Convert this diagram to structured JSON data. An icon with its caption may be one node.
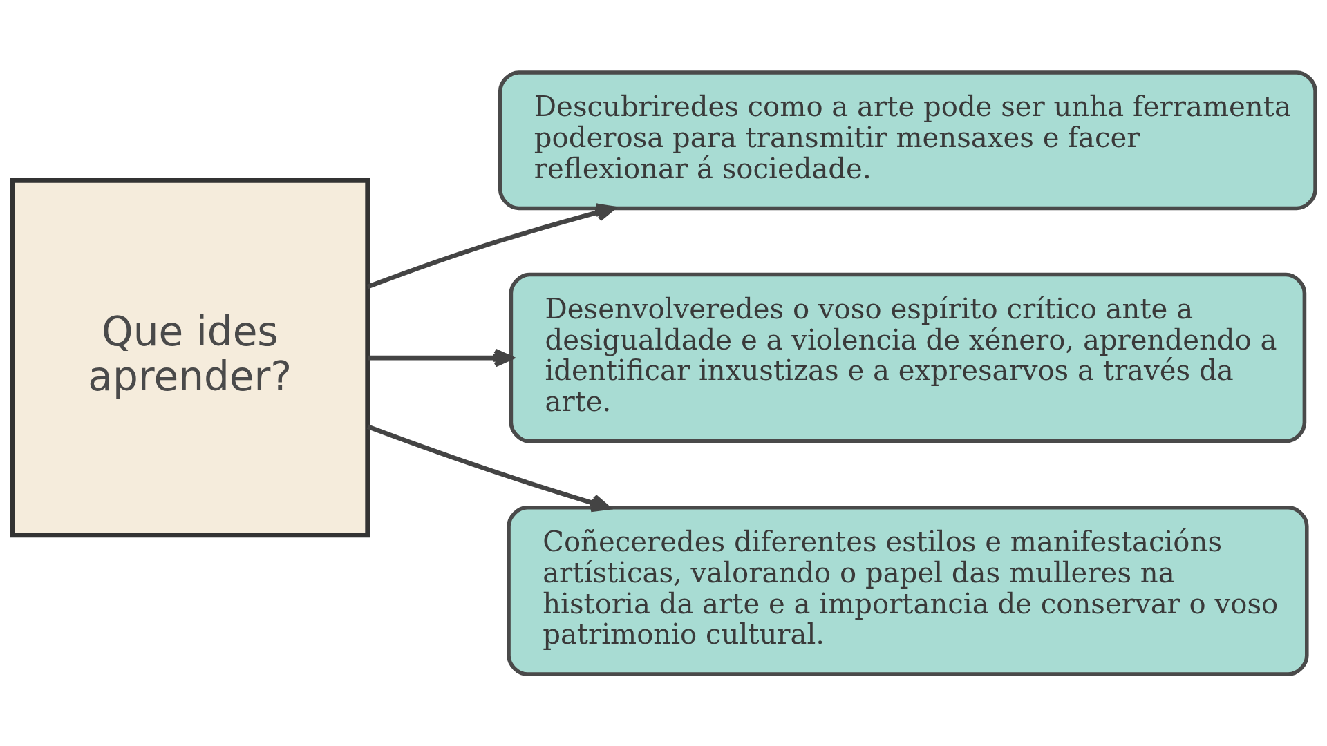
{
  "diagram": {
    "nodes": [
      {
        "text": [
          "Que ides aprender?"
        ]
      },
      {
        "text": [
          "Descubriredes como a arte pode ser unha ferramenta poderosa para transmitir mensaxes e facer reflexionar á sociedade."
        ]
      },
      {
        "text": [
          "Desenvolveredes o voso espírito crítico ante a desigualdade e a violencia de xénero, aprendendo a identificar inxustizas e a expresarvos a través da arte."
        ]
      },
      {
        "text": [
          "Coñeceredes diferentes estilos e manifestacións artísticas, valorando o papel das mulleres na historia da arte e a importancia de conservar o voso patrimonio cultural."
        ]
      }
    ],
    "edges": [
      {
        "from": 0,
        "to": 1,
        "arrow": "to"
      },
      {
        "from": 0,
        "to": 2,
        "arrow": "to"
      },
      {
        "from": 0,
        "to": 3,
        "arrow": "to"
      }
    ]
  }
}
